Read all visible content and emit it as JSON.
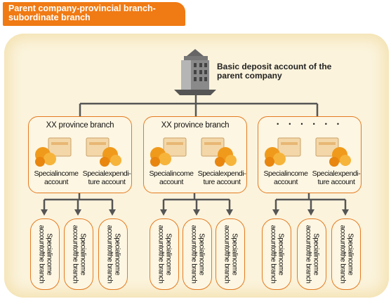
{
  "header": {
    "line1": "Parent company-provincial branch-",
    "line2": "subordinate branch"
  },
  "hq": {
    "label_line1": "Basic deposit account of the",
    "label_line2": "parent company"
  },
  "branches": [
    {
      "title": "XX province branch",
      "income": "Specialincome account",
      "expenditure": "Specialexpendi-ture account"
    },
    {
      "title": "XX province branch",
      "income": "Specialincome account",
      "expenditure": "Specialexpendi-ture account"
    },
    {
      "title": "· · · · · ·",
      "income": "Specialincome account",
      "expenditure": "Specialexpendi-ture account"
    }
  ],
  "sub_account_label": "Specialincome accountofthe branch",
  "colors": {
    "accent": "#f07a14",
    "border": "#e47a1f",
    "panel": "#fbf3dc",
    "line": "#555555"
  }
}
